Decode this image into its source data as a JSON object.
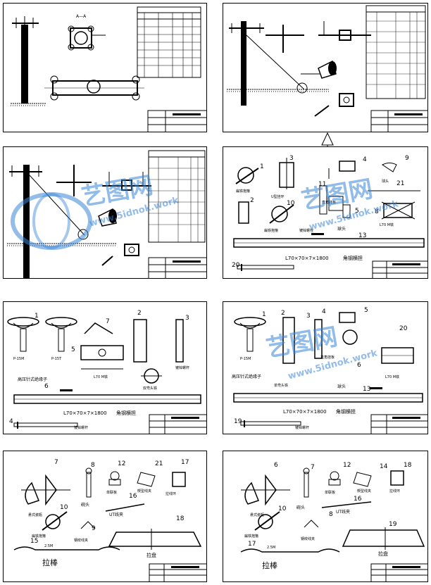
{
  "watermark": {
    "brand": "艺图网",
    "url": "www.5idnok.work"
  },
  "sheets": {
    "s1": {
      "section_label": "A—A"
    },
    "s3": {},
    "s4": {
      "numbers": [
        "1",
        "2",
        "3",
        "10",
        "4",
        "11",
        "9",
        "21",
        "5",
        "8",
        "13",
        "20"
      ],
      "labels": {
        "u_hoop": "U型挂环",
        "ball_head": "球头",
        "clamp_a": "扁铁抱箍",
        "clamp_b": "扁铁抱箍",
        "bolt": "镀锌螺栓",
        "bracket": "直角挂板",
        "m_iron": "L70 M铁"
      },
      "crossarm_label": "L70×70×7×1800",
      "crossarm_title": "角钢横担"
    },
    "s5": {
      "numbers": [
        "1",
        "2",
        "3",
        "7",
        "5",
        "6",
        "4"
      ],
      "labels": {
        "p15m": "P-15M",
        "p15t": "P-15T",
        "insulator": "高压针式绝缘子",
        "m_iron": "L70 M铁",
        "double_iron": "双弯头铁",
        "bolt": "镀锌螺杆"
      },
      "crossarm_label": "L70×70×7×1800",
      "crossarm_title": "角钢横担"
    },
    "s6": {
      "numbers": [
        "1",
        "2",
        "3",
        "4",
        "5",
        "6",
        "20",
        "13",
        "19"
      ],
      "labels": {
        "p15m": "P-15M",
        "insulator": "高压针式绝缘子",
        "single_iron": "单弯头铁",
        "bracket": "直角挂板",
        "ball_head": "球头",
        "m_iron": "L70 M铁",
        "bolt": "镀锌螺杆"
      },
      "crossarm_label": "L70×70×7×1800",
      "crossarm_title": "角钢横担"
    },
    "s7": {
      "numbers": [
        "7",
        "8",
        "12",
        "21",
        "17",
        "10",
        "16",
        "9",
        "18",
        "15"
      ],
      "labels": {
        "suspension": "悬式瓷瓶",
        "single_plate": "单联板",
        "wedge_clamp": "楔型线夹",
        "pull_ring": "拉线环",
        "bowl_head": "碗头",
        "clamp": "扁铁抱箍",
        "ut_clamp": "UT线夹",
        "steel_clamp": "钢绞线夹",
        "pull_plate": "拉盘",
        "pull_rod": "拉棒",
        "dim": "2.5M"
      }
    },
    "s8": {
      "numbers": [
        "6",
        "7",
        "12",
        "14",
        "18",
        "10",
        "8",
        "16",
        "19",
        "17"
      ],
      "labels": {
        "suspension": "悬式瓷瓶",
        "single_plate": "单联板",
        "wedge_clamp": "楔型线夹",
        "pull_ring": "拉线环",
        "bowl_head": "碗头",
        "clamp": "扁铁抱箍",
        "ut_clamp": "UT线夹",
        "steel_clamp": "钢绞线夹",
        "pull_plate": "拉盘",
        "pull_rod": "拉棒",
        "dim": "2.5M"
      }
    }
  }
}
